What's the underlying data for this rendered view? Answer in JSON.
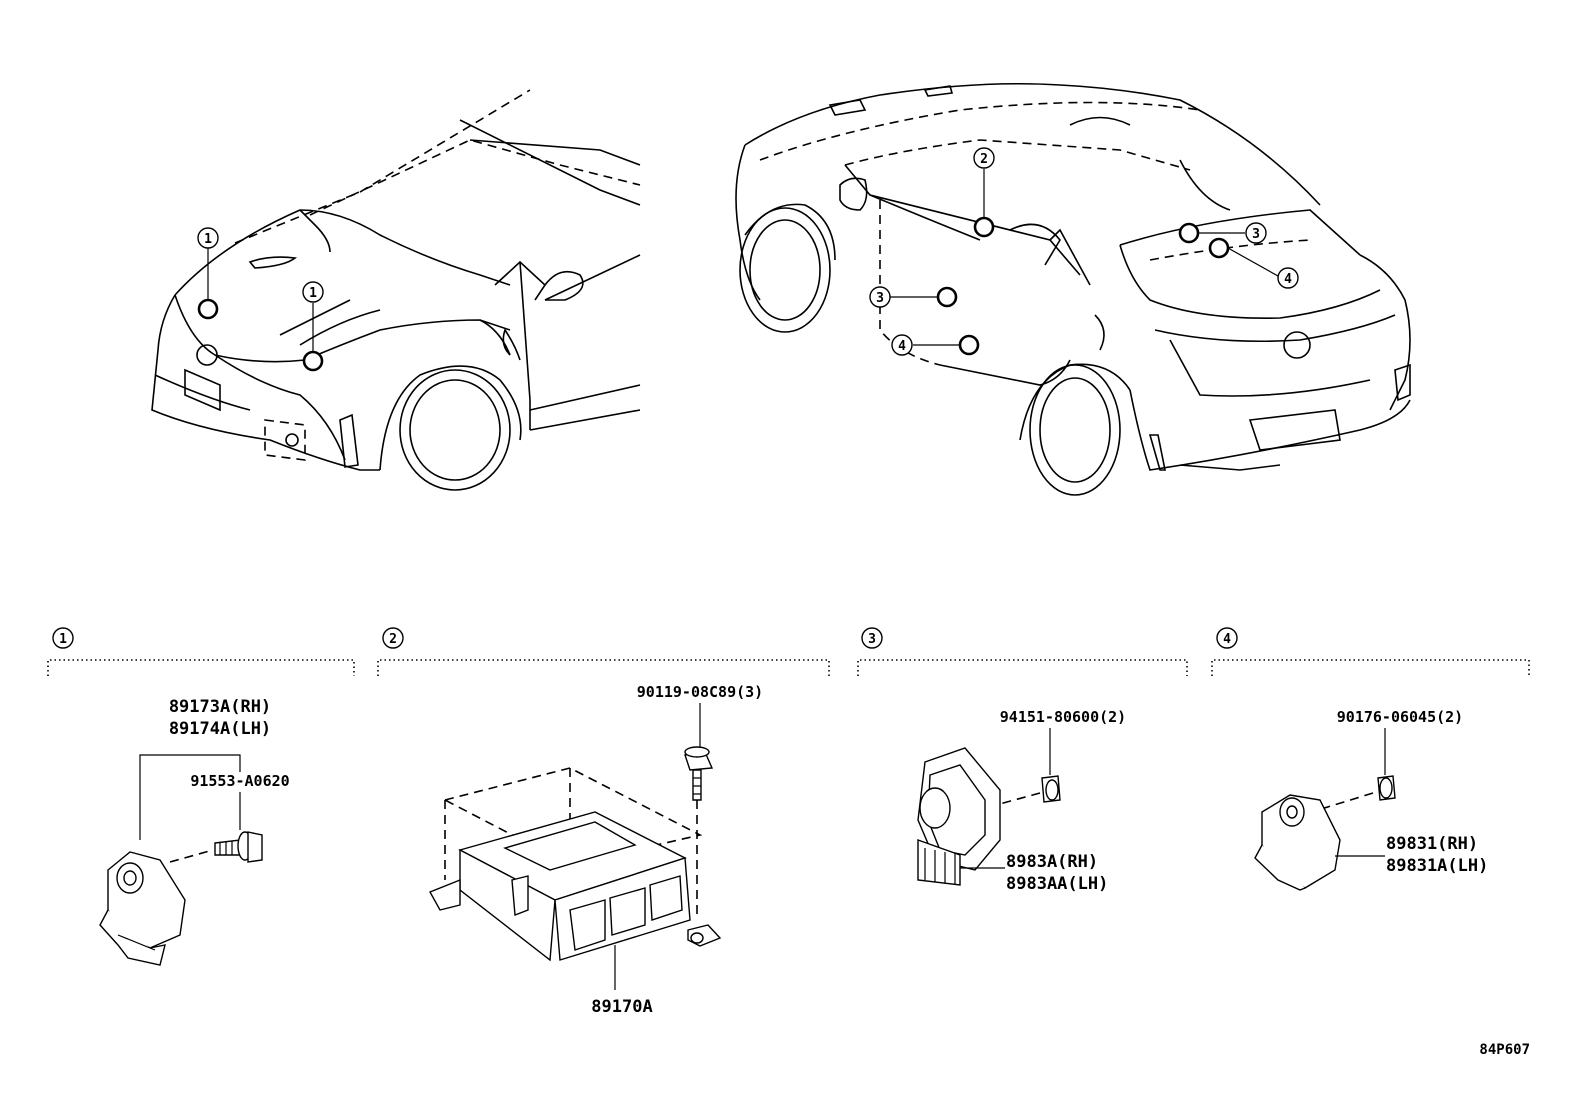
{
  "callouts": {
    "c1": "1",
    "c2": "2",
    "c3": "3",
    "c4": "4"
  },
  "sections": [
    {
      "num": "1",
      "labels": {
        "sensor_rh": "89173A(RH)",
        "sensor_lh": "89174A(LH)",
        "bolt": "91553-A0620"
      }
    },
    {
      "num": "2",
      "labels": {
        "bolt": "90119-08C89(3)",
        "module": "89170A"
      }
    },
    {
      "num": "3",
      "labels": {
        "nut": "94151-80600(2)",
        "sensor_rh": "8983A(RH)",
        "sensor_lh": "8983AA(LH)"
      }
    },
    {
      "num": "4",
      "labels": {
        "nut": "90176-06045(2)",
        "sensor_rh": "89831(RH)",
        "sensor_lh": "89831A(LH)"
      }
    }
  ],
  "diagram_code": "84P607",
  "icons": [
    "front-car-outline",
    "rear-car-outline",
    "side-impact-sensor",
    "airbag-module",
    "bolt",
    "nut"
  ]
}
